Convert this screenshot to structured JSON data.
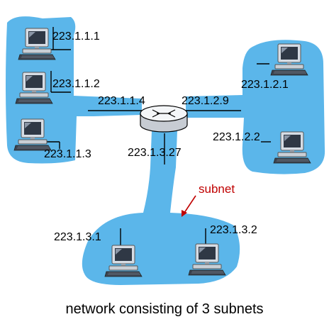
{
  "diagram": {
    "colors": {
      "subnet_fill": "#5bb6ea",
      "link": "#000000",
      "callout": "#c00000",
      "router_fill": "#f4f6f8"
    },
    "icons": [
      "computer-icon",
      "router-icon"
    ],
    "router": {
      "name": "router-icon"
    },
    "interfaces": {
      "if1": "223.1.1.4",
      "if2": "223.1.2.9",
      "if3": "223.1.3.27"
    },
    "hosts": {
      "h1": "223.1.1.1",
      "h2": "223.1.1.2",
      "h3": "223.1.1.3",
      "h4": "223.1.2.1",
      "h5": "223.1.2.2",
      "h6": "223.1.3.1",
      "h7": "223.1.3.2"
    },
    "callout": "subnet",
    "caption": "network consisting of 3 subnets"
  }
}
